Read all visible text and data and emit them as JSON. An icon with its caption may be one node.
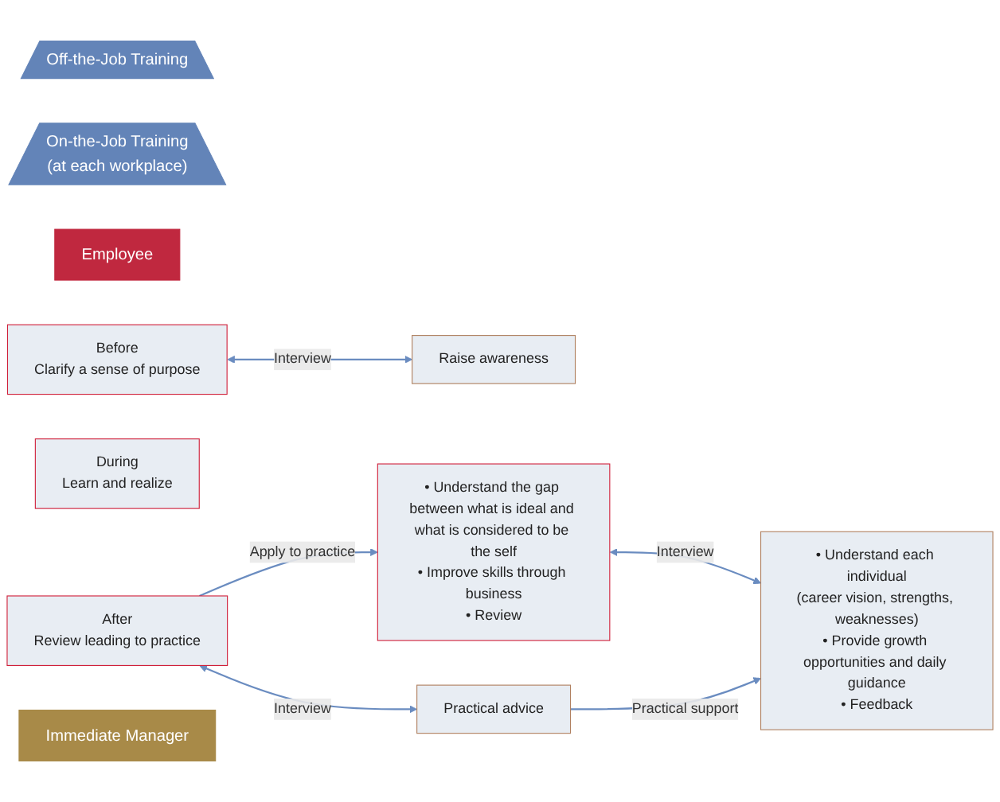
{
  "diagram": {
    "nodes": [
      {
        "text": [
          "Off-the-Job Training"
        ]
      },
      {
        "text": [
          "On-the-Job Training",
          "(at each workplace)"
        ]
      },
      {
        "text": [
          "Employee"
        ]
      },
      {
        "text": [
          "Before",
          "Clarify a sense of purpose"
        ]
      },
      {
        "text": [
          "During",
          "Learn and realize"
        ]
      },
      {
        "text": [
          "After",
          "Review leading to practice"
        ]
      },
      {
        "text": [
          "• Understand the gap between what is ideal and what is considered to be the self",
          "• Improve skills through business",
          "• Review"
        ]
      },
      {
        "text": [
          "Immediate Manager"
        ]
      },
      {
        "text": [
          "Raise awareness"
        ]
      },
      {
        "text": [
          "Practical advice"
        ]
      },
      {
        "text": [
          "• Understand each individual",
          "(career vision, strengths, weaknesses)",
          "• Provide growth opportunities and daily guidance",
          "• Feedback"
        ]
      }
    ],
    "edges": [
      {
        "from": 5,
        "to": 6,
        "arrow": "to",
        "label": "Apply to practice"
      },
      {
        "from": 3,
        "to": 8,
        "arrow": "both",
        "label": "Interview"
      },
      {
        "from": 5,
        "to": 9,
        "arrow": "both",
        "label": "Interview"
      },
      {
        "from": 6,
        "to": 10,
        "arrow": "both",
        "label": "Interview"
      },
      {
        "from": 9,
        "to": 10,
        "arrow": "to",
        "label": "Practical support"
      }
    ]
  }
}
